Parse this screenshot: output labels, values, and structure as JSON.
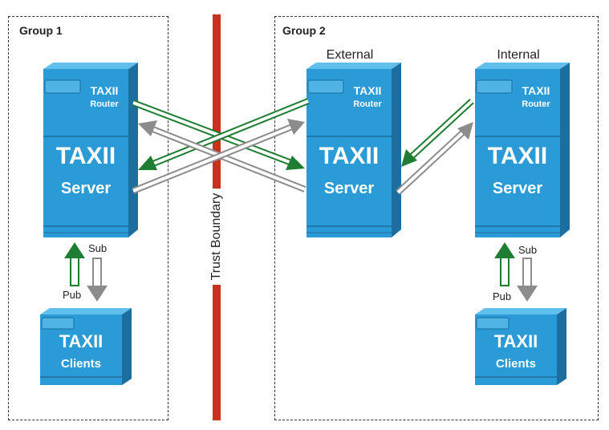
{
  "groups": [
    {
      "label": "Group 1"
    },
    {
      "label": "Group 2"
    }
  ],
  "columns": {
    "external": "External",
    "internal": "Internal"
  },
  "boundary": {
    "label": "Trust Boundary"
  },
  "servers": [
    {
      "id": "g1",
      "router_top": "TAXII",
      "router_bottom": "Router",
      "main_top": "TAXII",
      "main_bottom": "Server"
    },
    {
      "id": "ext",
      "router_top": "TAXII",
      "router_bottom": "Router",
      "main_top": "TAXII",
      "main_bottom": "Server"
    },
    {
      "id": "int",
      "router_top": "TAXII",
      "router_bottom": "Router",
      "main_top": "TAXII",
      "main_bottom": "Server"
    }
  ],
  "clients": [
    {
      "id": "g1",
      "top": "TAXII",
      "bottom": "Clients"
    },
    {
      "id": "int",
      "top": "TAXII",
      "bottom": "Clients"
    }
  ],
  "arrow_labels": {
    "sub": "Sub",
    "pub": "Pub"
  },
  "colors": {
    "device_front": "#2a9bd6",
    "device_side": "#1b6e9e",
    "device_top": "#5fc0ee",
    "panel": "#4fb3e6",
    "boundary": "#c8321e",
    "green_arrow": "#1e7d32",
    "gray_arrow": "#8c8c8c"
  }
}
